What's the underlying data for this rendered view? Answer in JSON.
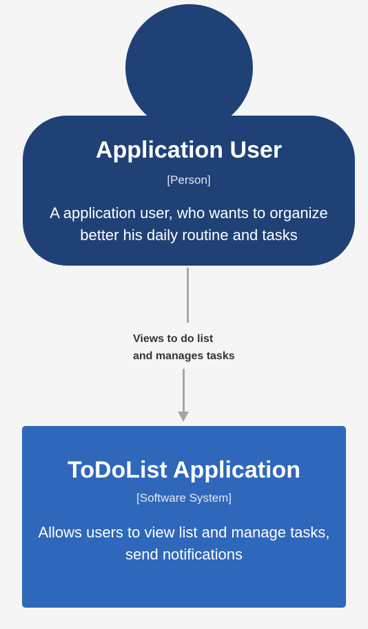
{
  "person": {
    "title": "Application User",
    "type": "[Person]",
    "description": "A application user, who wants to organize better his daily routine and tasks"
  },
  "relationship": {
    "label": "Views to do list\nand manages tasks"
  },
  "system": {
    "title": "ToDoList Application",
    "type": "[Software System]",
    "description": "Allows users to view list and manage tasks, send notifications"
  },
  "colors": {
    "background": "#f5f5f5",
    "person": "#1f4176",
    "system": "#2f67ba",
    "edge": "#a6a6a6",
    "edge_label": "#333333",
    "text_on_shape": "#ffffff"
  }
}
